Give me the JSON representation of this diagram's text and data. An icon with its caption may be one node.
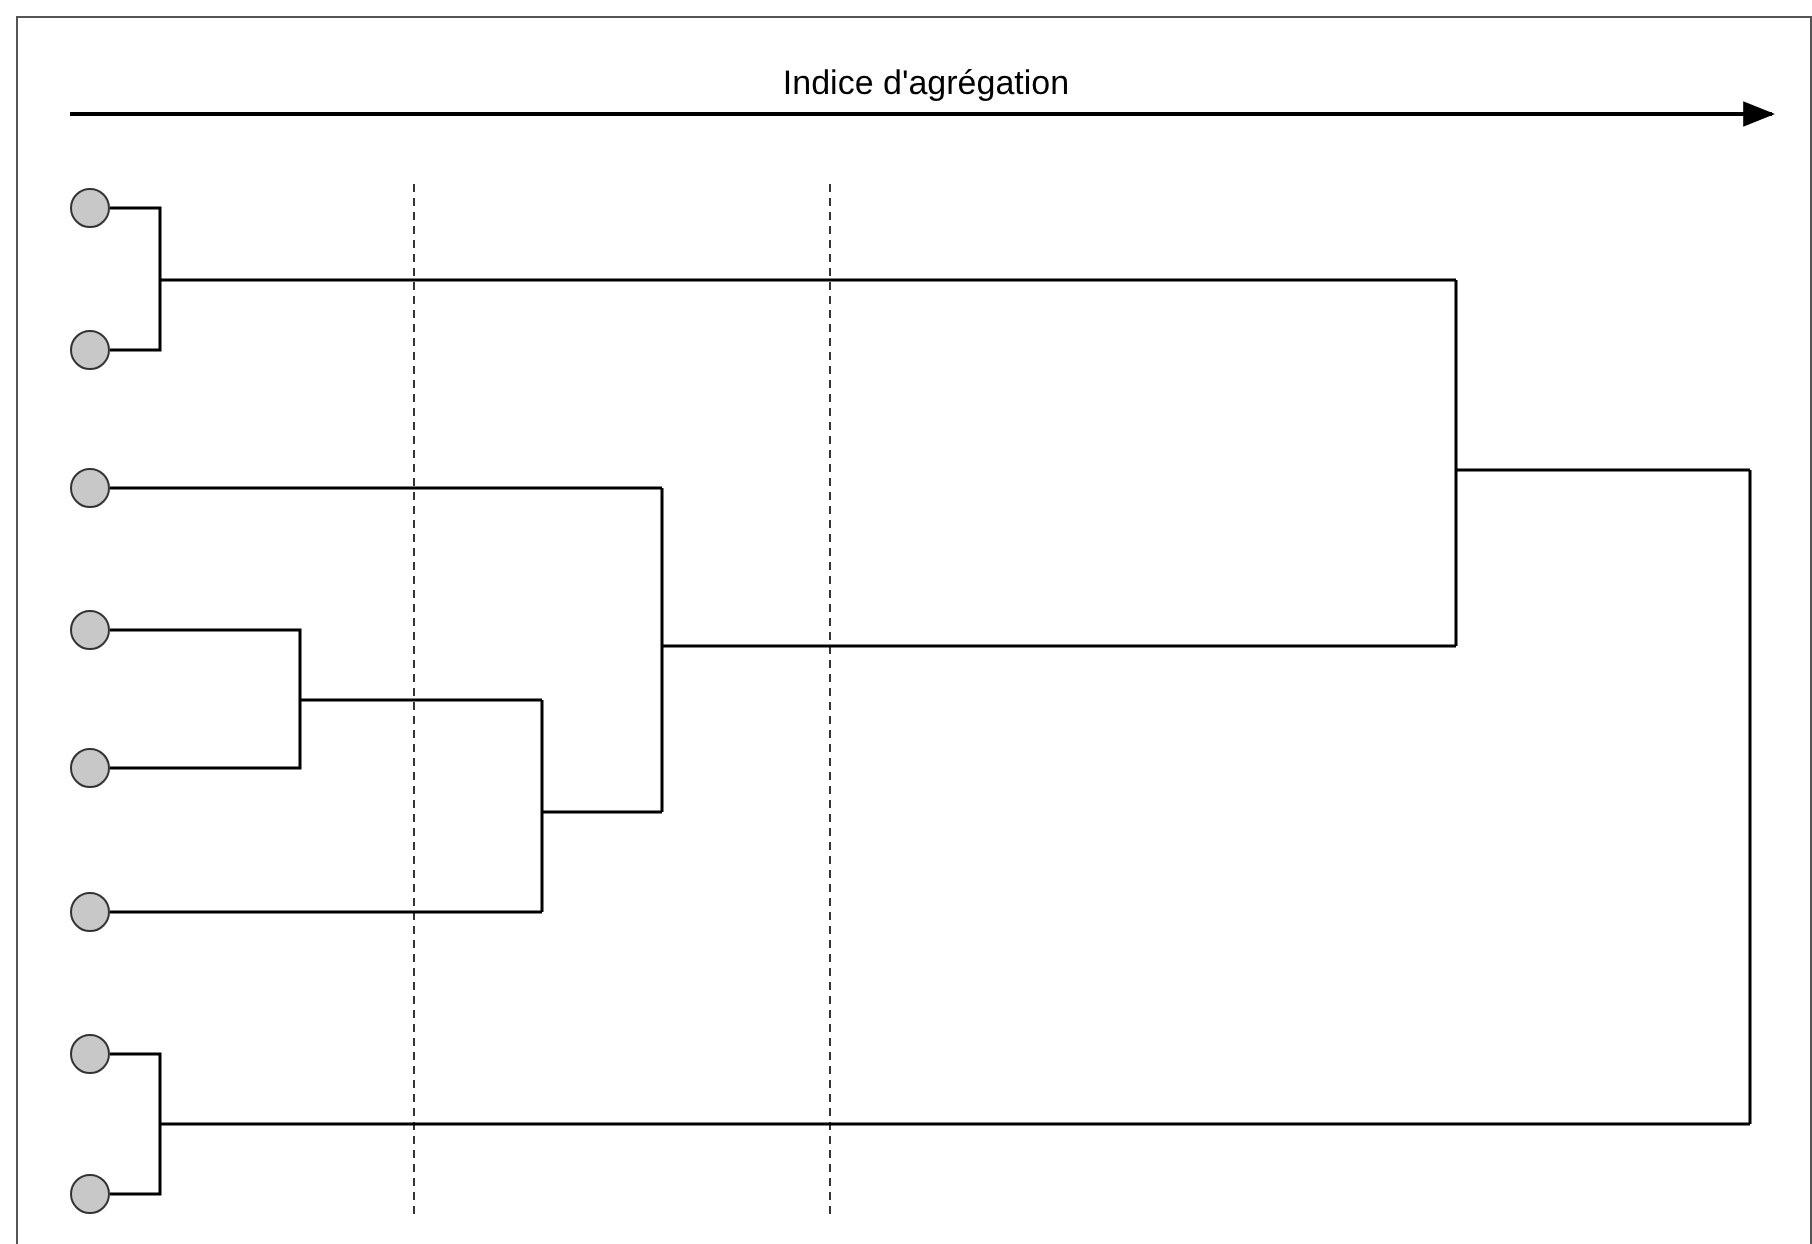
{
  "diagram": {
    "nodes": [
      {
        "text": [],
        "shape": "circle"
      },
      {
        "text": [],
        "shape": "circle"
      },
      {
        "text": [],
        "shape": "circle"
      },
      {
        "text": [],
        "shape": "circle"
      },
      {
        "text": [],
        "shape": "circle"
      },
      {
        "text": [],
        "shape": "circle"
      },
      {
        "text": [],
        "shape": "circle"
      },
      {
        "text": [],
        "shape": "circle"
      }
    ],
    "edges": [
      {
        "from": 0,
        "to": 1,
        "arrow": "none"
      },
      {
        "from": 3,
        "to": 4,
        "arrow": "none"
      },
      {
        "from": 6,
        "to": 7,
        "arrow": "none"
      }
    ],
    "labels": [
      "Indice d'agrégation"
    ]
  }
}
